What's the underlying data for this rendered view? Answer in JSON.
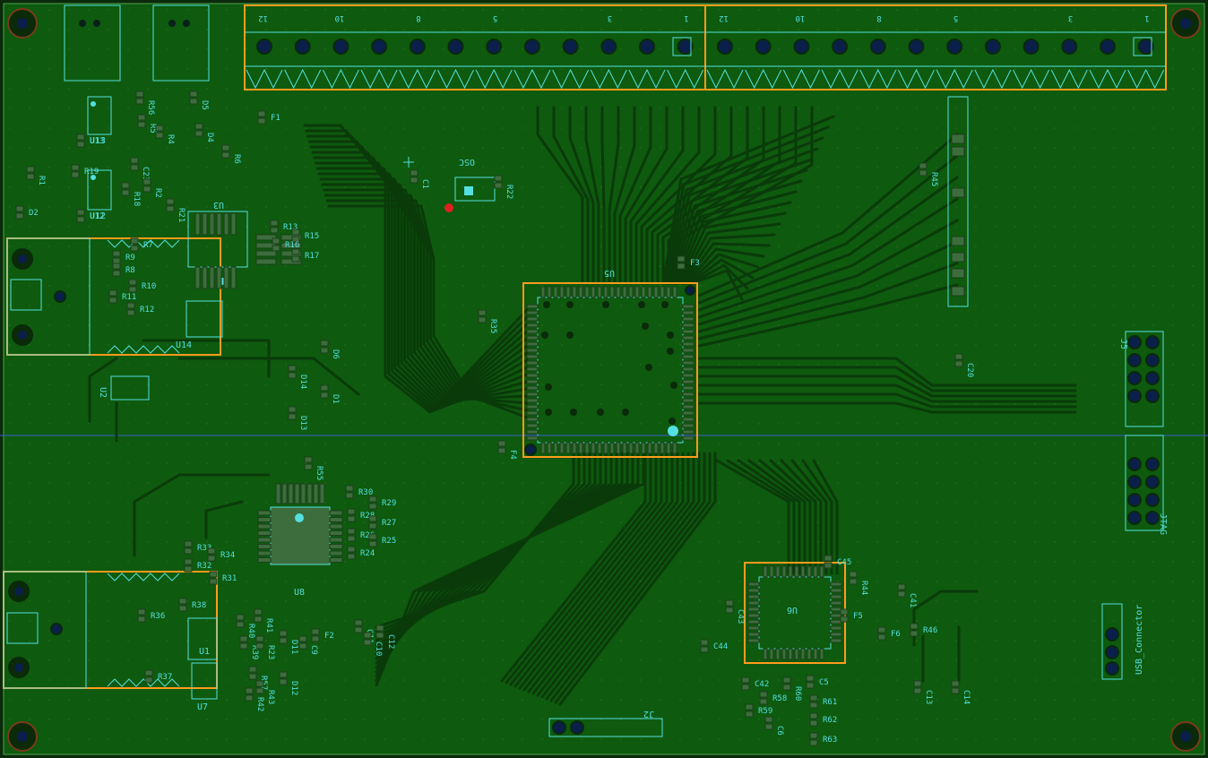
{
  "board": {
    "background": "#0e5a0e",
    "edge": "#0a2a0a"
  },
  "colors": {
    "copper": "#0e5a0e",
    "track": "#0a3a0a",
    "silk": "#54e0e0",
    "pad": "#3d6d3d",
    "selection": "#ff9a1f",
    "via": "#0a1f4a"
  },
  "terminal_blocks": [
    {
      "id": "left",
      "labels": [
        "12",
        "10",
        "8",
        "5",
        "3",
        "1"
      ]
    },
    {
      "id": "right",
      "labels": [
        "12",
        "10",
        "8",
        "5",
        "3",
        "1"
      ]
    }
  ],
  "components": {
    "main_ic": "U5",
    "u6": "U6",
    "u8": "U8",
    "u1": "U1",
    "u2": "U2",
    "u3": "U3",
    "u7": "U7",
    "u12": "U12",
    "u13": "U13",
    "u14": "U14",
    "osc": "OSC",
    "jtag": "JTAG",
    "j5": "J5",
    "j2": "J2",
    "usb": "USB_Connector"
  },
  "designators": [
    "R56",
    "R5",
    "R4",
    "D5",
    "D4",
    "F1",
    "R6",
    "U13",
    "C23",
    "R1",
    "R19",
    "R18",
    "R2",
    "R21",
    "D2",
    "U12",
    "U3",
    "R13",
    "R15",
    "R16",
    "R17",
    "R9",
    "R8",
    "R7",
    "R11",
    "R10",
    "R12",
    "U14",
    "C1",
    "R22",
    "R35",
    "F3",
    "D6",
    "D14",
    "D1",
    "D13",
    "U2",
    "F4",
    "C20",
    "R45",
    "R30",
    "R29",
    "R28",
    "R27",
    "R26",
    "R25",
    "R24",
    "R33",
    "R34",
    "R32",
    "R31",
    "R55",
    "R38",
    "R36",
    "R37",
    "R40",
    "R41",
    "R39",
    "R23",
    "R57",
    "R43",
    "R42",
    "D11",
    "D12",
    "C9",
    "F2",
    "C11",
    "C10",
    "C12",
    "C45",
    "R44",
    "C41",
    "C43",
    "F5",
    "F6",
    "R46",
    "C44",
    "C13",
    "C14",
    "C42",
    "C5",
    "R60",
    "R61",
    "R58",
    "R59",
    "R62",
    "R63",
    "C6"
  ]
}
